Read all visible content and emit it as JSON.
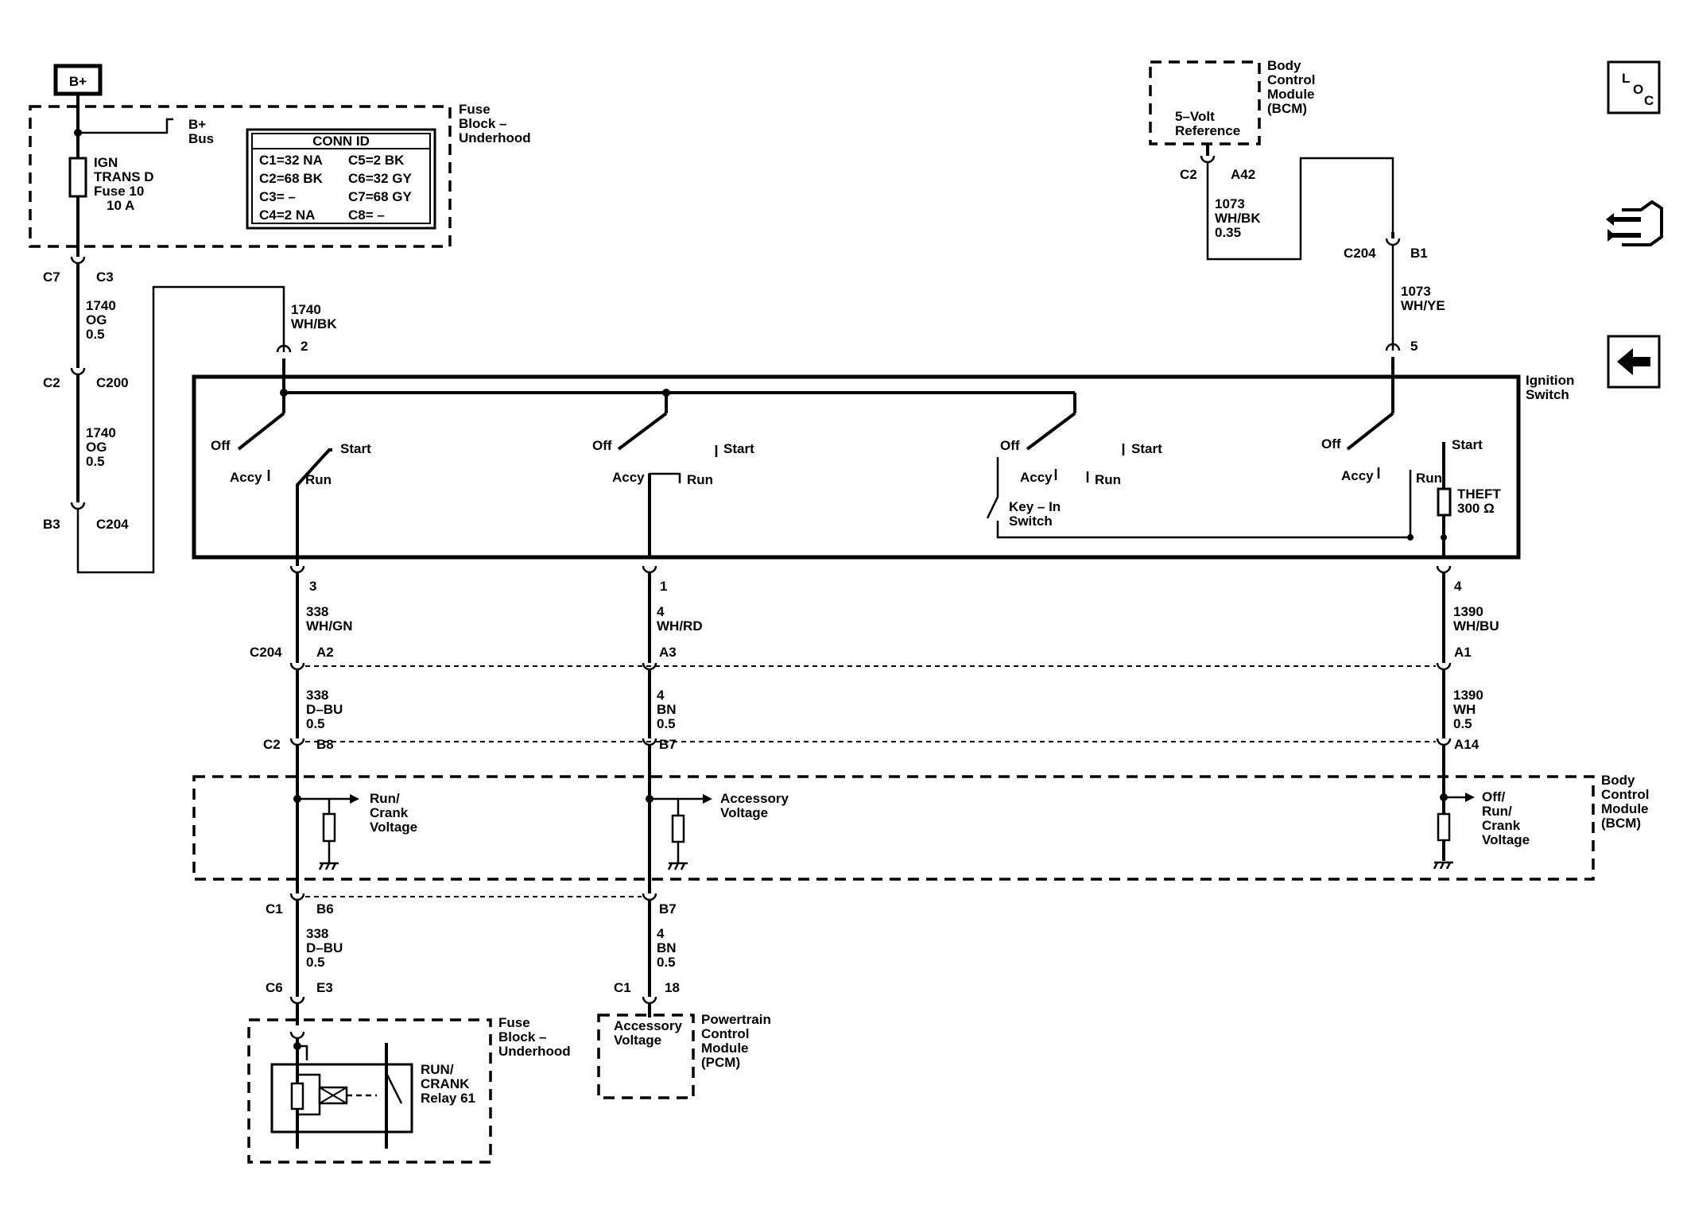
{
  "supply": {
    "label": "B+"
  },
  "fuse_block_top": {
    "title": [
      "Fuse",
      "Block –",
      "Underhood"
    ],
    "bus": [
      "B+",
      "Bus"
    ],
    "fuse": [
      "IGN",
      "TRANS D",
      "Fuse 10",
      "10 A"
    ],
    "conn_id": {
      "header": "CONN ID",
      "rows": [
        [
          "C1=32 NA",
          "C5=2 BK"
        ],
        [
          "C2=68 BK",
          "C6=32 GY"
        ],
        [
          "C3= –",
          "C7=68 GY"
        ],
        [
          "C4=2 NA",
          "C8= –"
        ]
      ]
    }
  },
  "left_feed": {
    "c7_c3": [
      "C7",
      "C3"
    ],
    "wire1": [
      "1740",
      "OG",
      "0.5"
    ],
    "c2_c200": [
      "C2",
      "C200"
    ],
    "wire2": [
      "1740",
      "OG",
      "0.5"
    ],
    "b3_c204": [
      "B3",
      "C204"
    ],
    "wire3": [
      "1740",
      "WH/BK"
    ],
    "pin": "2"
  },
  "bcm_top": {
    "title": [
      "Body",
      "Control",
      "Module",
      "(BCM)"
    ],
    "ref": [
      "5–Volt",
      "Reference"
    ],
    "conn": [
      "C2",
      "A42"
    ],
    "wire1": [
      "1073",
      "WH/BK",
      "0.35"
    ],
    "conn2": [
      "C204",
      "B1"
    ],
    "wire2": [
      "1073",
      "WH/YE"
    ],
    "pin": "5"
  },
  "ignition_switch": {
    "title": [
      "Ignition",
      "Switch"
    ],
    "sw1": {
      "off": "Off",
      "start": "Start",
      "accy": "Accy",
      "run": "Run"
    },
    "sw2": {
      "off": "Off",
      "start": "Start",
      "accy": "Accy",
      "run": "Run"
    },
    "sw3": {
      "off": "Off",
      "start": "Start",
      "accy": "Accy",
      "run": "Run",
      "keyin": [
        "Key – In",
        "Switch"
      ]
    },
    "sw4": {
      "off": "Off",
      "start": "Start",
      "accy": "Accy",
      "run": "Run"
    },
    "theft": [
      "THEFT",
      "300 Ω"
    ]
  },
  "col1": {
    "pin": "3",
    "wire1": [
      "338",
      "WH/GN"
    ],
    "conn1": [
      "C204",
      "A2"
    ],
    "wire2": [
      "338",
      "D–BU",
      "0.5"
    ],
    "conn2": [
      "C2",
      "B8"
    ],
    "bcm": [
      "Run/",
      "Crank",
      "Voltage"
    ],
    "conn3": [
      "C1",
      "B6"
    ],
    "wire3": [
      "338",
      "D–BU",
      "0.5"
    ],
    "conn4": [
      "C6",
      "E3"
    ]
  },
  "col2": {
    "pin": "1",
    "wire1": [
      "4",
      "WH/RD"
    ],
    "conn1": "A3",
    "wire2": [
      "4",
      "BN",
      "0.5"
    ],
    "conn2": "B7",
    "bcm": [
      "Accessory",
      "Voltage"
    ],
    "conn3": "B7",
    "wire3": [
      "4",
      "BN",
      "0.5"
    ],
    "conn4": [
      "C1",
      "18"
    ]
  },
  "col3": {
    "pin": "4",
    "wire1": [
      "1390",
      "WH/BU"
    ],
    "conn1": "A1",
    "wire2": [
      "1390",
      "WH",
      "0.5"
    ],
    "conn2": "A14",
    "bcm": [
      "Off/",
      "Run/",
      "Crank",
      "Voltage"
    ]
  },
  "bcm_mid": {
    "title": [
      "Body",
      "Control",
      "Module",
      "(BCM)"
    ]
  },
  "fuse_block_bottom": {
    "title": [
      "Fuse",
      "Block –",
      "Underhood"
    ],
    "relay": [
      "RUN/",
      "CRANK",
      "Relay 61"
    ]
  },
  "pcm": {
    "inner": [
      "Accessory",
      "Voltage"
    ],
    "title": [
      "Powertrain",
      "Control",
      "Module",
      "(PCM)"
    ]
  },
  "nav": {
    "loc": [
      "L",
      "O",
      "C"
    ]
  }
}
